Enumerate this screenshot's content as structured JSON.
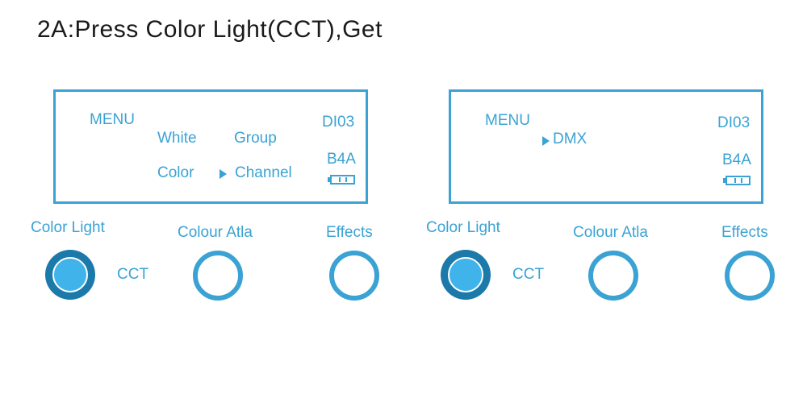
{
  "title": "2A:Press Color Light(CCT),Get",
  "panels": [
    {
      "screen": {
        "menu": "MENU",
        "items": [
          "White",
          "Group",
          "Color",
          "Channel"
        ],
        "selected": "Channel",
        "address": "DI03",
        "mode": "B4A"
      },
      "buttons": {
        "color_light": "Color Light",
        "cct": "CCT",
        "colour_atla": "Colour Atla",
        "effects": "Effects"
      }
    },
    {
      "screen": {
        "menu": "MENU",
        "items": [
          "DMX"
        ],
        "selected": "DMX",
        "address": "DI03",
        "mode": "B4A"
      },
      "buttons": {
        "color_light": "Color Light",
        "cct": "CCT",
        "colour_atla": "Colour Atla",
        "effects": "Effects"
      }
    }
  ],
  "colors": {
    "accent": "#3aa3d4",
    "active_knob_outer": "#1b7aaa",
    "active_knob_inner": "#3fb3ea"
  }
}
